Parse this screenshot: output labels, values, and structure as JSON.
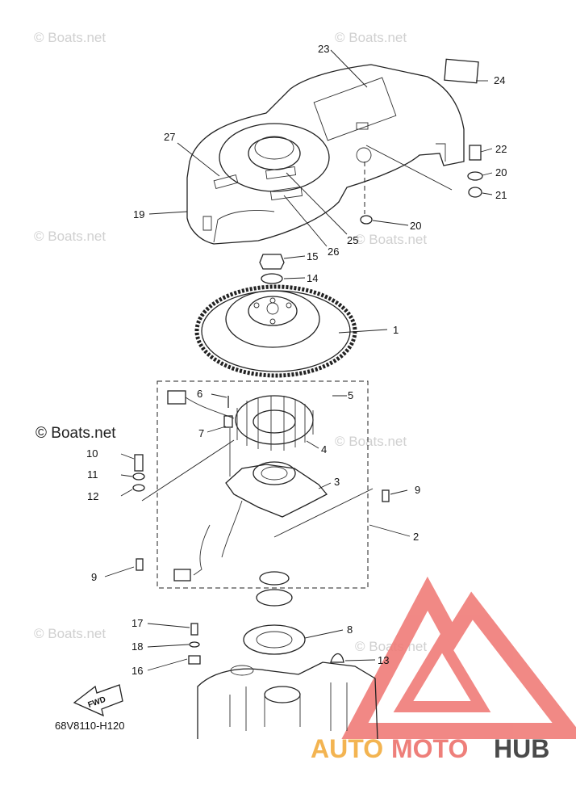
{
  "diagram": {
    "drawing_code": "68V8110-H120",
    "fwd_label": "FWD",
    "callouts": [
      "1",
      "2",
      "3",
      "4",
      "5",
      "6",
      "7",
      "8",
      "9",
      "9",
      "10",
      "11",
      "12",
      "13",
      "14",
      "15",
      "16",
      "17",
      "18",
      "19",
      "20",
      "20",
      "21",
      "22",
      "23",
      "24",
      "25",
      "26",
      "27"
    ]
  },
  "watermarks": {
    "boats_light": "© Boats.net",
    "boats_dark": "© Boats.net"
  },
  "logo": {
    "text_auto": "AUTO",
    "text_moto": "MOTO",
    "text_hub": "HUB",
    "colors": {
      "auto": "#f3b451",
      "moto": "#ee7f7a",
      "hub": "#4a4a4a",
      "triangle": "#f07c78"
    }
  }
}
